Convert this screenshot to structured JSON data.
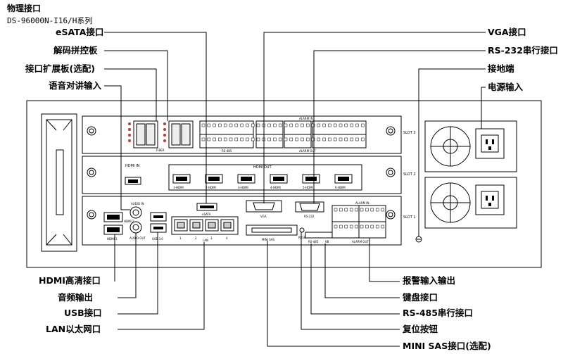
{
  "header": {
    "title": "物理接口",
    "model": "DS-96000N-I16/H系列"
  },
  "callouts_left_top": [
    {
      "id": "esata",
      "label": "eSATA接口"
    },
    {
      "id": "decode",
      "label": "解码拼控板"
    },
    {
      "id": "expansion",
      "label": "接口扩展板(选配)"
    },
    {
      "id": "talk",
      "label": "语音对讲输入"
    }
  ],
  "callouts_right_top": [
    {
      "id": "vga",
      "label": "VGA接口"
    },
    {
      "id": "rs232",
      "label": "RS-232串行接口"
    },
    {
      "id": "ground",
      "label": "接地端"
    },
    {
      "id": "power",
      "label": "电源输入"
    }
  ],
  "callouts_left_bottom": [
    {
      "id": "hdmi",
      "label": "HDMI高清接口"
    },
    {
      "id": "audio",
      "label": "音频输出"
    },
    {
      "id": "usb",
      "label": "USB接口"
    },
    {
      "id": "lan",
      "label": "LAN以太网口"
    }
  ],
  "callouts_right_bottom": [
    {
      "id": "alarm",
      "label": "报警输入输出"
    },
    {
      "id": "keyboard",
      "label": "键盘接口"
    },
    {
      "id": "rs485",
      "label": "RS-485串行接口"
    },
    {
      "id": "reset",
      "label": "复位按钮"
    },
    {
      "id": "minisas",
      "label": "MINI SAS接口(选配)"
    }
  ],
  "device_labels": {
    "slot3": "SLOT 3",
    "slot2": "SLOT 2",
    "slot1": "SLOT 1",
    "alarm_in_top": "ALARM IN",
    "alarm_out_top": "ALARM OUT",
    "rs485_top": "RS-485",
    "fiber": "FIBER",
    "hdmi_in": "HDMI IN",
    "hdmi_out": "HDMI OUT",
    "hdmi_ports": [
      "1-HDMI",
      "2-HDMI",
      "3-HDMI",
      "4-HDMI",
      "5-HDMI",
      "6-HDMI"
    ],
    "audio_in": "AUDIO IN",
    "audio_out": "AUDIO OUT",
    "esata": "eSATA",
    "vga": "VGA",
    "rs232": "RS-232",
    "usb": "USB 3.0",
    "lan": "LAN",
    "lan_nums": [
      "1",
      "2",
      "3",
      "4"
    ],
    "hdmi1": "HDMI 1",
    "hdmi2": "HDMI 2",
    "mini_sas": "MINI SAS",
    "alarm_in": "ALARM IN",
    "alarm_out": "ALARM OUT",
    "rs485": "RS-485",
    "kb": "KB",
    "reset": "RESET"
  }
}
